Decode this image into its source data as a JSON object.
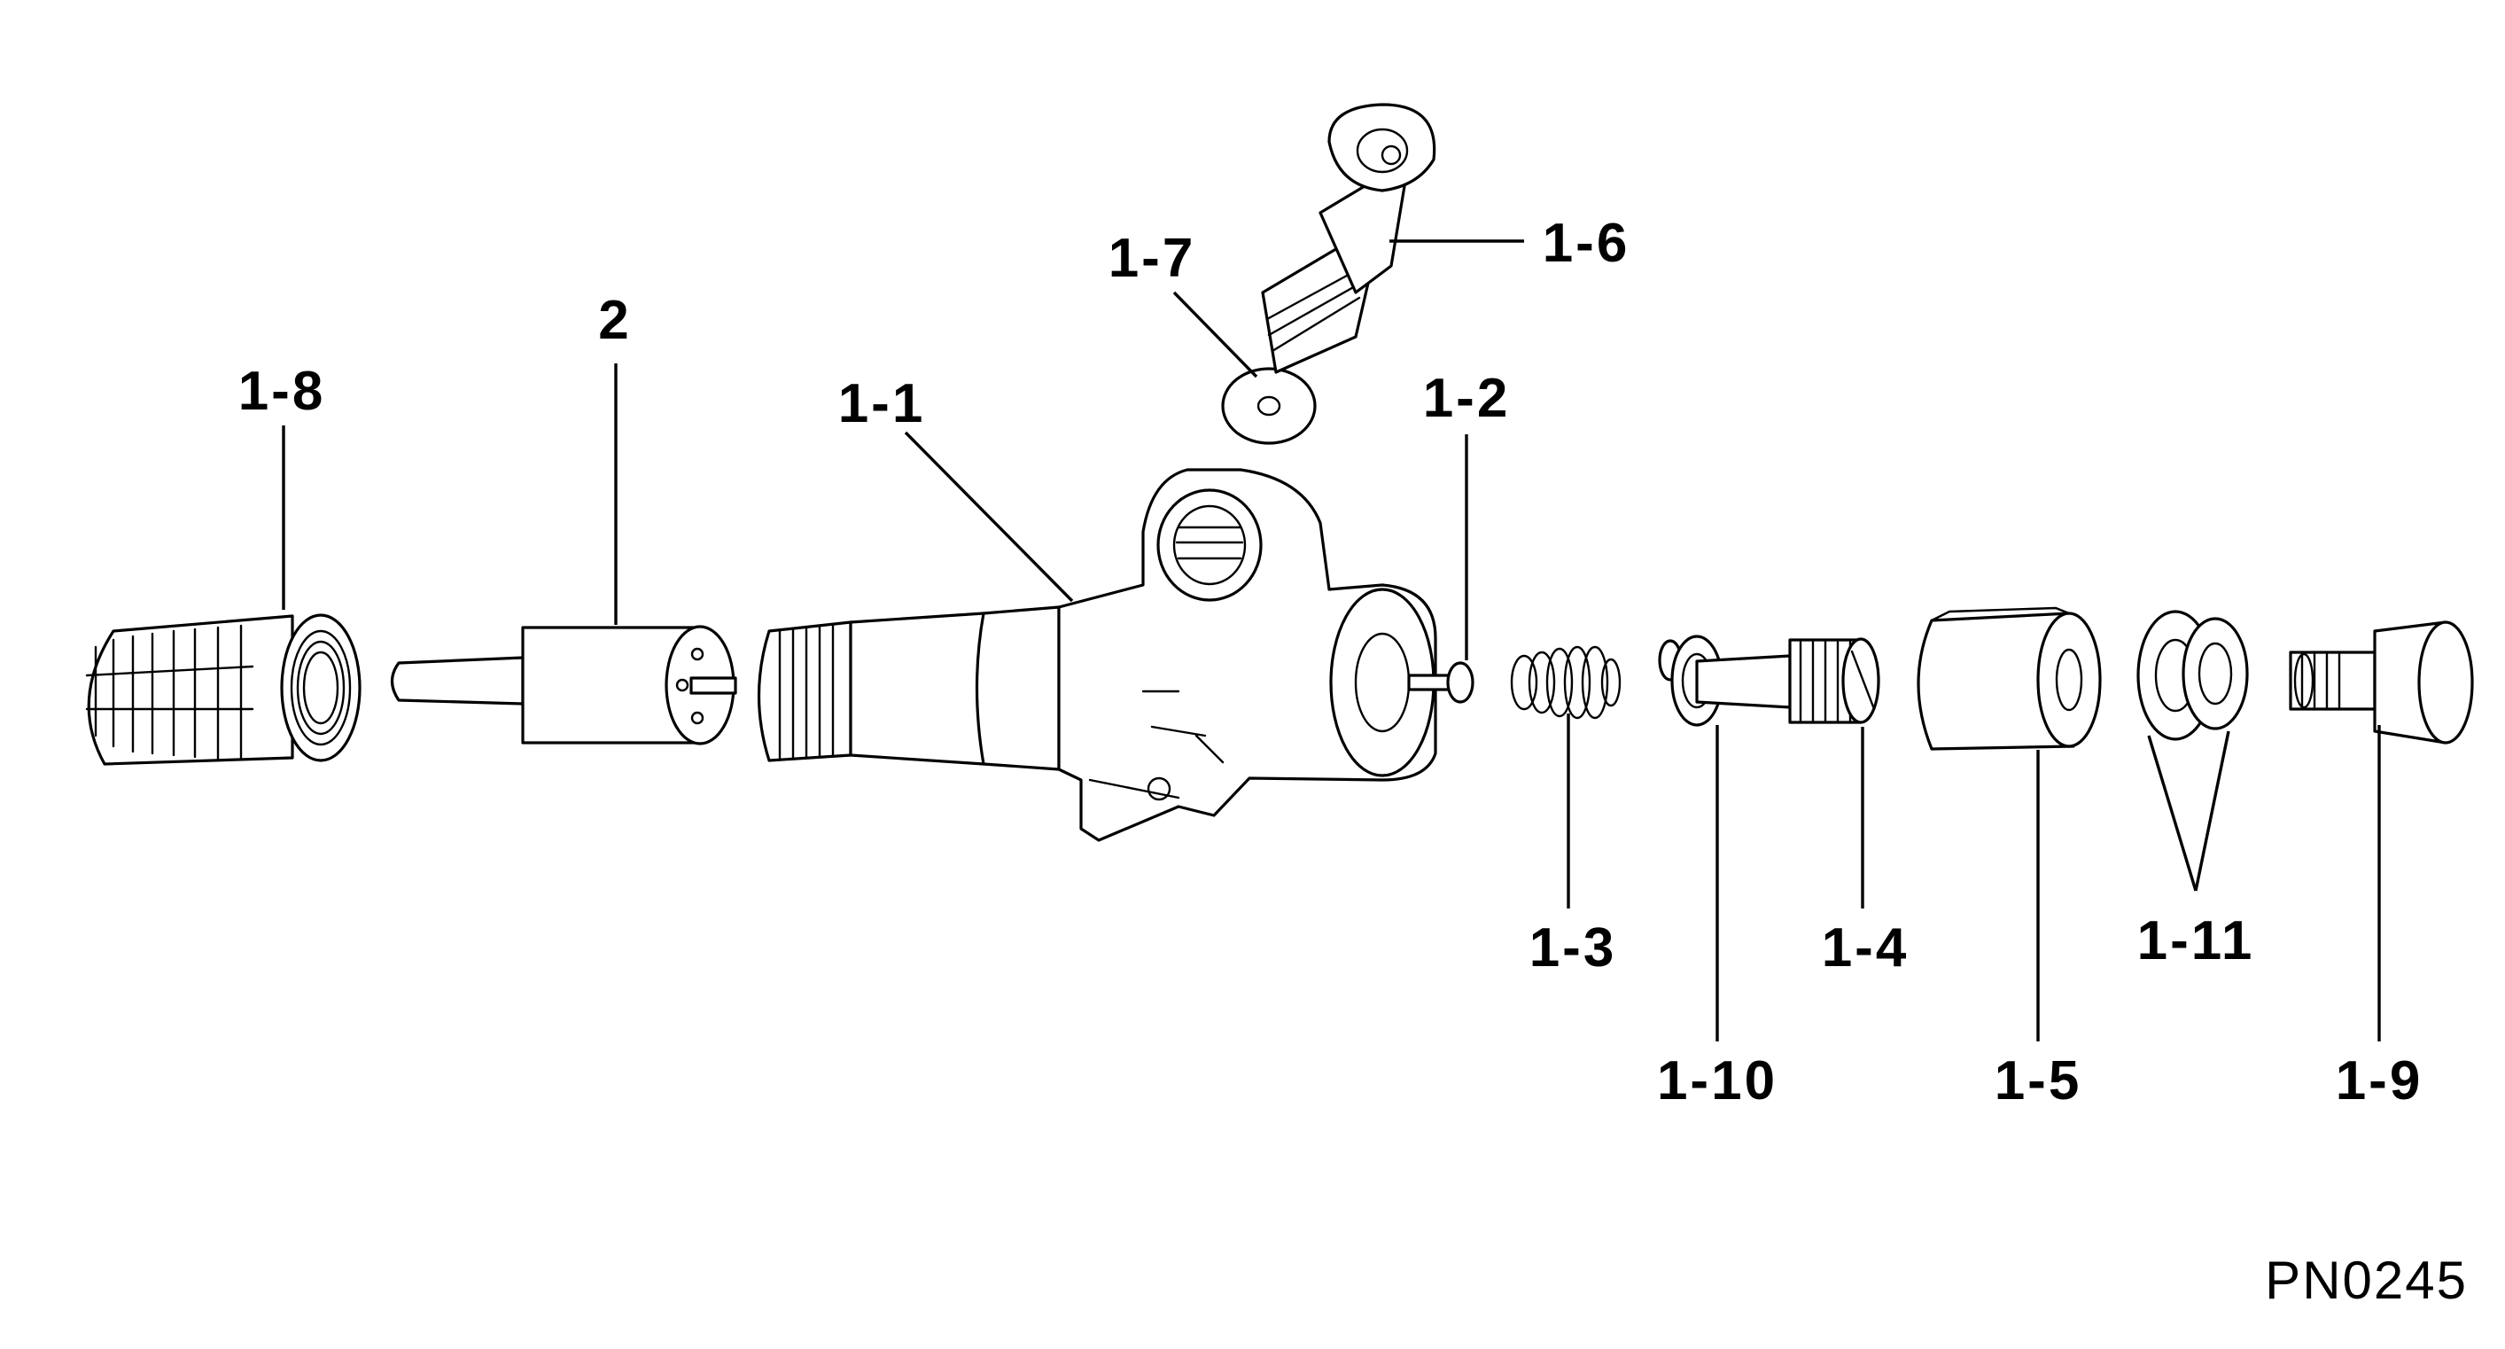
{
  "figure_code": "PN0245",
  "callouts": {
    "c_1_1": "1-1",
    "c_1_2": "1-2",
    "c_1_3": "1-3",
    "c_1_4": "1-4",
    "c_1_5": "1-5",
    "c_1_6": "1-6",
    "c_1_7": "1-7",
    "c_1_8": "1-8",
    "c_1_9": "1-9",
    "c_1_10": "1-10",
    "c_1_11": "1-11",
    "c_2": "2"
  },
  "colors": {
    "ink": "#000000",
    "paper": "#ffffff"
  }
}
